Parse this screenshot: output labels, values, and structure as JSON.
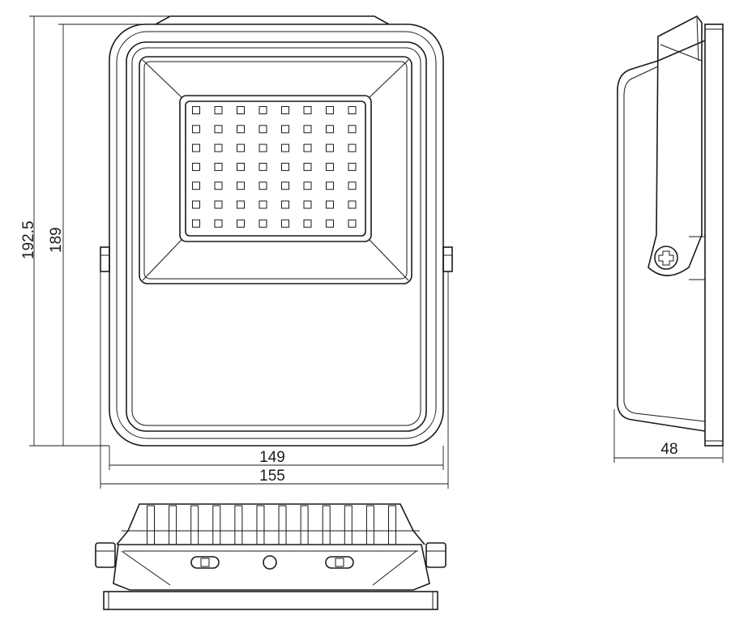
{
  "dimensions": {
    "height_overall": "192.5",
    "height_body": "189",
    "width_body": "149",
    "width_overall": "155",
    "depth": "48"
  },
  "led_grid": {
    "rows": 7,
    "cols": 8
  },
  "heatsink": {
    "fins": 12
  }
}
